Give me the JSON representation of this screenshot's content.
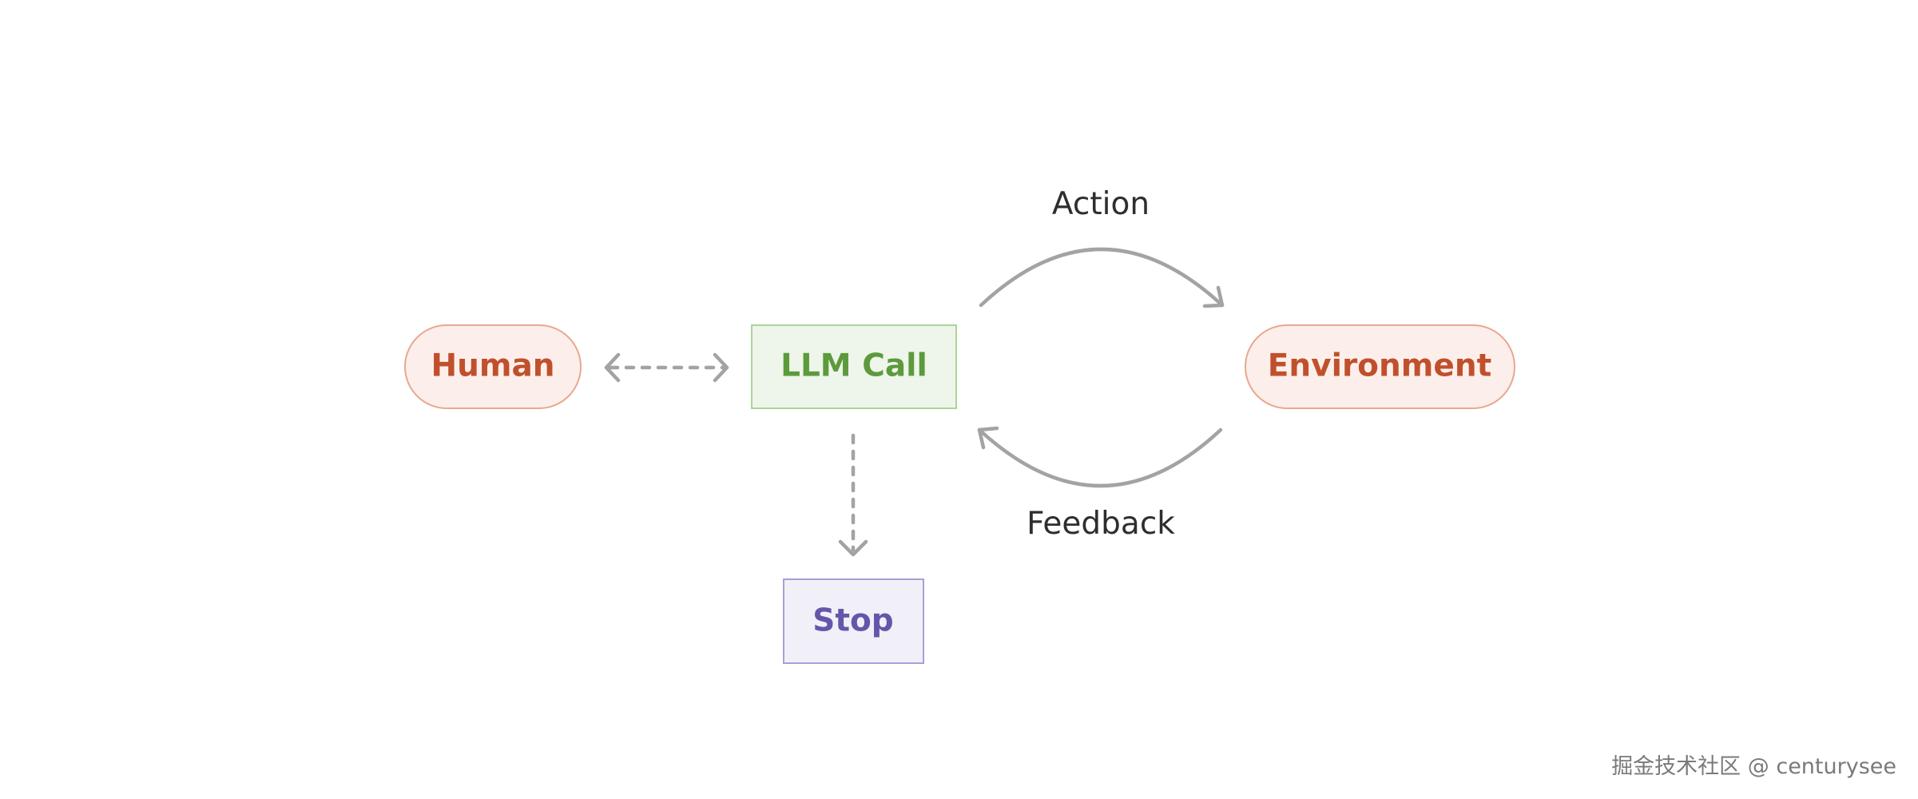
{
  "nodes": {
    "human": {
      "label": "Human",
      "fill": "#fcefeb",
      "stroke": "#e8a88f",
      "text_color": "#c0502c"
    },
    "llm_call": {
      "label": "LLM Call",
      "fill": "#eef5ea",
      "stroke": "#a9d59a",
      "text_color": "#5c9a3c"
    },
    "environment": {
      "label": "Environment",
      "fill": "#fcefeb",
      "stroke": "#e8a88f",
      "text_color": "#c0502c"
    },
    "stop": {
      "label": "Stop",
      "fill": "#f1f0f8",
      "stroke": "#a99fd9",
      "text_color": "#6656a9"
    }
  },
  "edges": {
    "action": {
      "label": "Action"
    },
    "feedback": {
      "label": "Feedback"
    },
    "human_llm": {
      "label": ""
    },
    "llm_stop": {
      "label": ""
    }
  },
  "arrow_color": "#a3a3a1",
  "watermark": "掘金技术社区 @ centurysee"
}
